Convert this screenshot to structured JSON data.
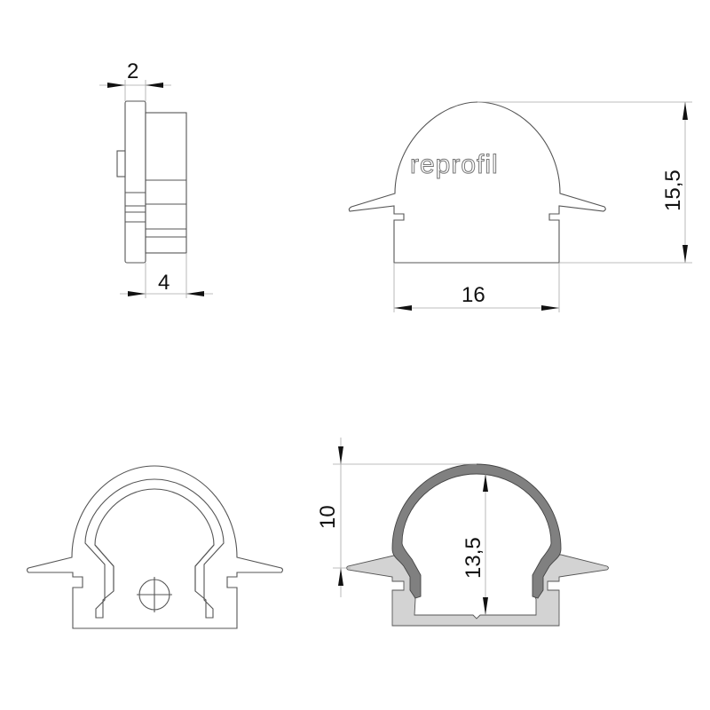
{
  "drawing": {
    "brand_logo": "reprofil",
    "views": {
      "side_view": {
        "dimensions": {
          "flange_thickness": "2",
          "body_depth": "4"
        }
      },
      "front_view": {
        "dimensions": {
          "width": "16",
          "height": "15,5"
        }
      },
      "back_view": {},
      "section_view": {
        "dimensions": {
          "dome_height": "10",
          "inner_height": "13,5"
        }
      }
    },
    "colors": {
      "line": "#555555",
      "dimension_line": "#a8a8a8",
      "cover_fill": "#808080",
      "profile_fill": "#d3d3d3"
    }
  }
}
